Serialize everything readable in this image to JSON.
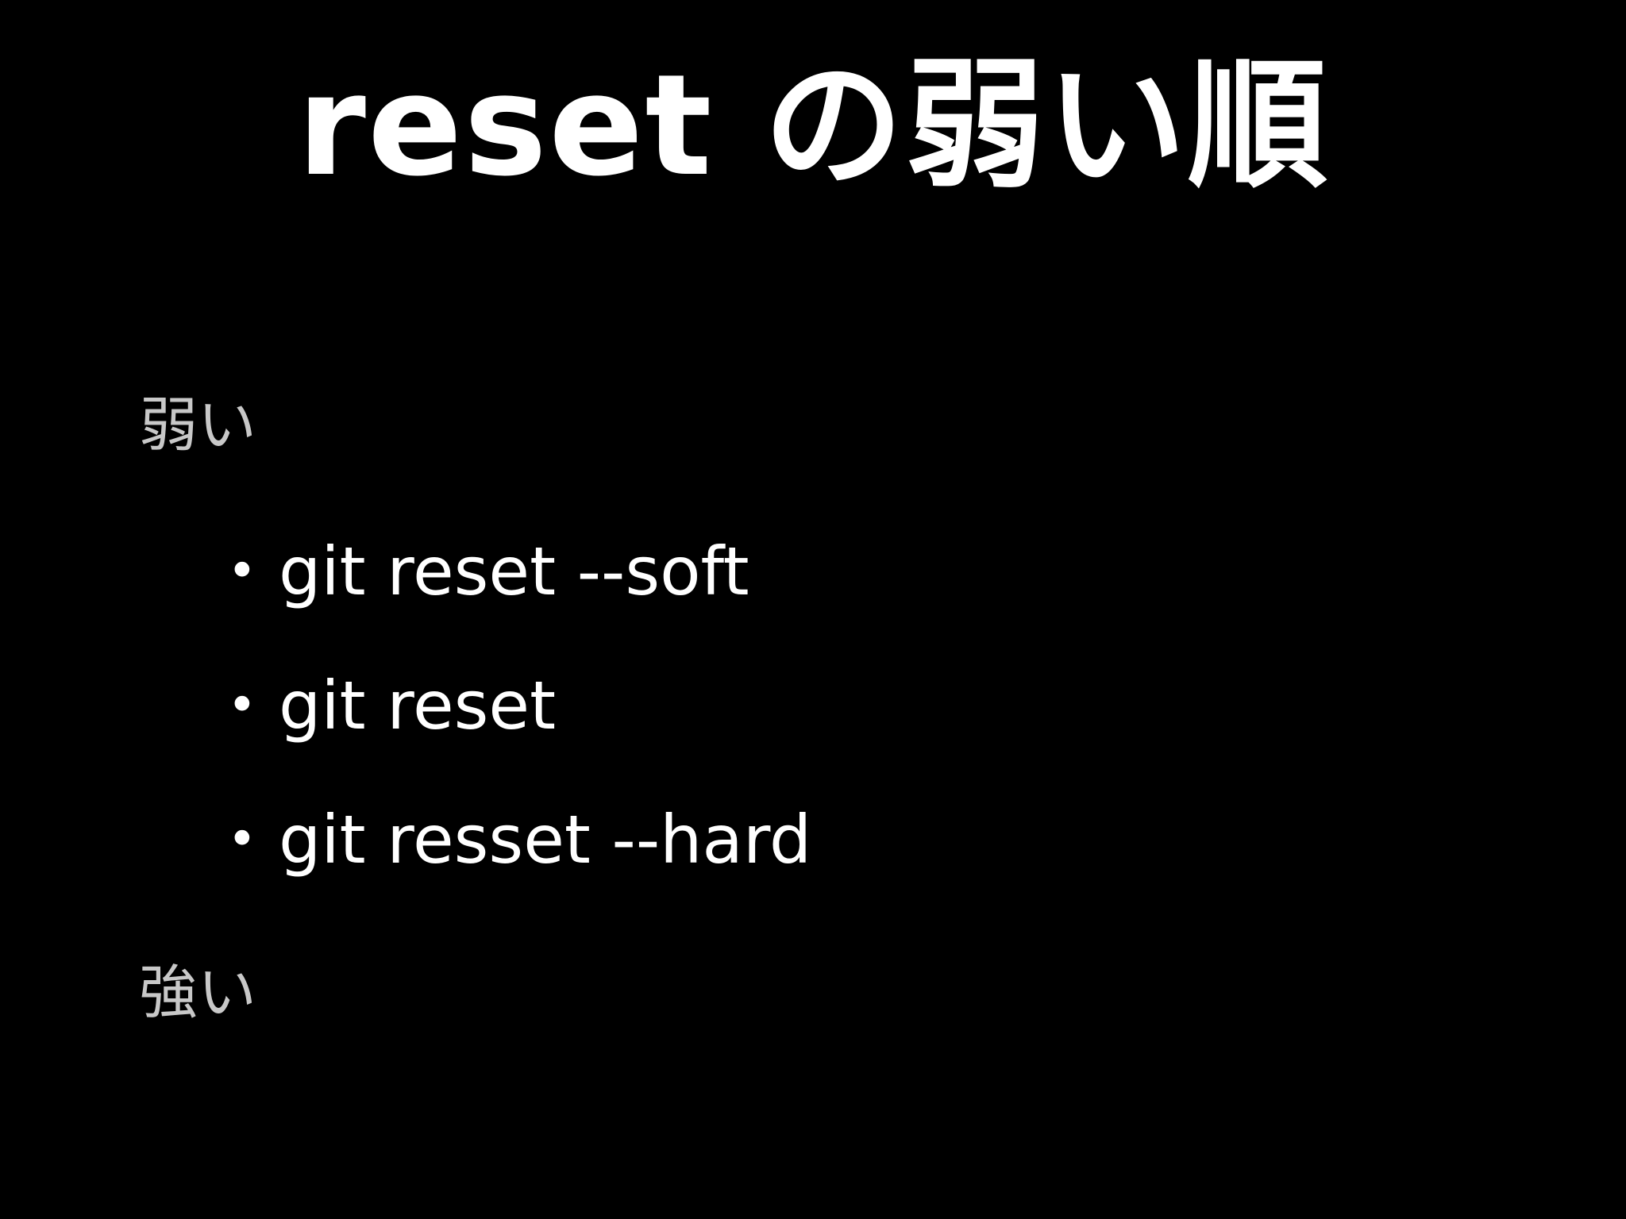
{
  "slide": {
    "title": "reset の弱い順",
    "weak_label": "弱い",
    "strong_label": "強い",
    "bullet_glyph": "•",
    "items": [
      {
        "text": "git reset --soft"
      },
      {
        "text": "git reset"
      },
      {
        "text": "git resset --hard"
      }
    ]
  },
  "colors": {
    "background": "#000000",
    "text": "#ffffff",
    "label": "#c8c8c8"
  }
}
